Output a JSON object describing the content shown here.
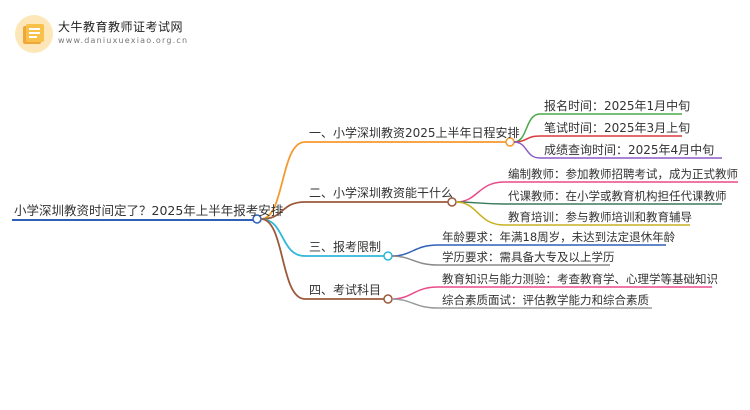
{
  "header": {
    "site_name": "大牛教育教师证考试网",
    "site_url": "www.daniuxuexiao.org.cn",
    "logo_icon": "book-icon"
  },
  "mindmap": {
    "root": "小学深圳教资时间定了？2025年上半年报考安排",
    "branches": [
      {
        "label": "一、小学深圳教资2025上半年日程安排",
        "color": "#f59a2f",
        "children": [
          {
            "label": "报名时间：2025年1月中旬",
            "color": "#4aa84a"
          },
          {
            "label": "笔试时间：2025年3月上旬",
            "color": "#d83b3b"
          },
          {
            "label": "成绩查询时间：2025年4月中旬",
            "color": "#8a5cc8"
          }
        ]
      },
      {
        "label": "二、小学深圳教资能干什么",
        "color": "#9b5a3c",
        "children": [
          {
            "label": "编制教师：参加教师招聘考试，成为正式教师",
            "color": "#e84a8a"
          },
          {
            "label": "代课教师：在小学或教育机构担任代课教师",
            "color": "#3a7a5a"
          },
          {
            "label": "教育培训：参与教师培训和教育辅导",
            "color": "#c9b020"
          }
        ]
      },
      {
        "label": "三、报考限制",
        "color": "#2fb8d8",
        "children": [
          {
            "label": "年龄要求：年满18周岁，未达到法定退休年龄",
            "color": "#2f60b8"
          },
          {
            "label": "学历要求：需具备大专及以上学历",
            "color": "#8a8a8a"
          }
        ]
      },
      {
        "label": "四、考试科目",
        "color": "#9b5a3c",
        "children": [
          {
            "label": "教育知识与能力测验：考查教育学、心理学等基础知识",
            "color": "#e84a8a"
          },
          {
            "label": "综合素质面试：评估教学能力和综合素质",
            "color": "#9a9a9a"
          }
        ]
      }
    ],
    "root_underline_color": "#2f60b8"
  }
}
